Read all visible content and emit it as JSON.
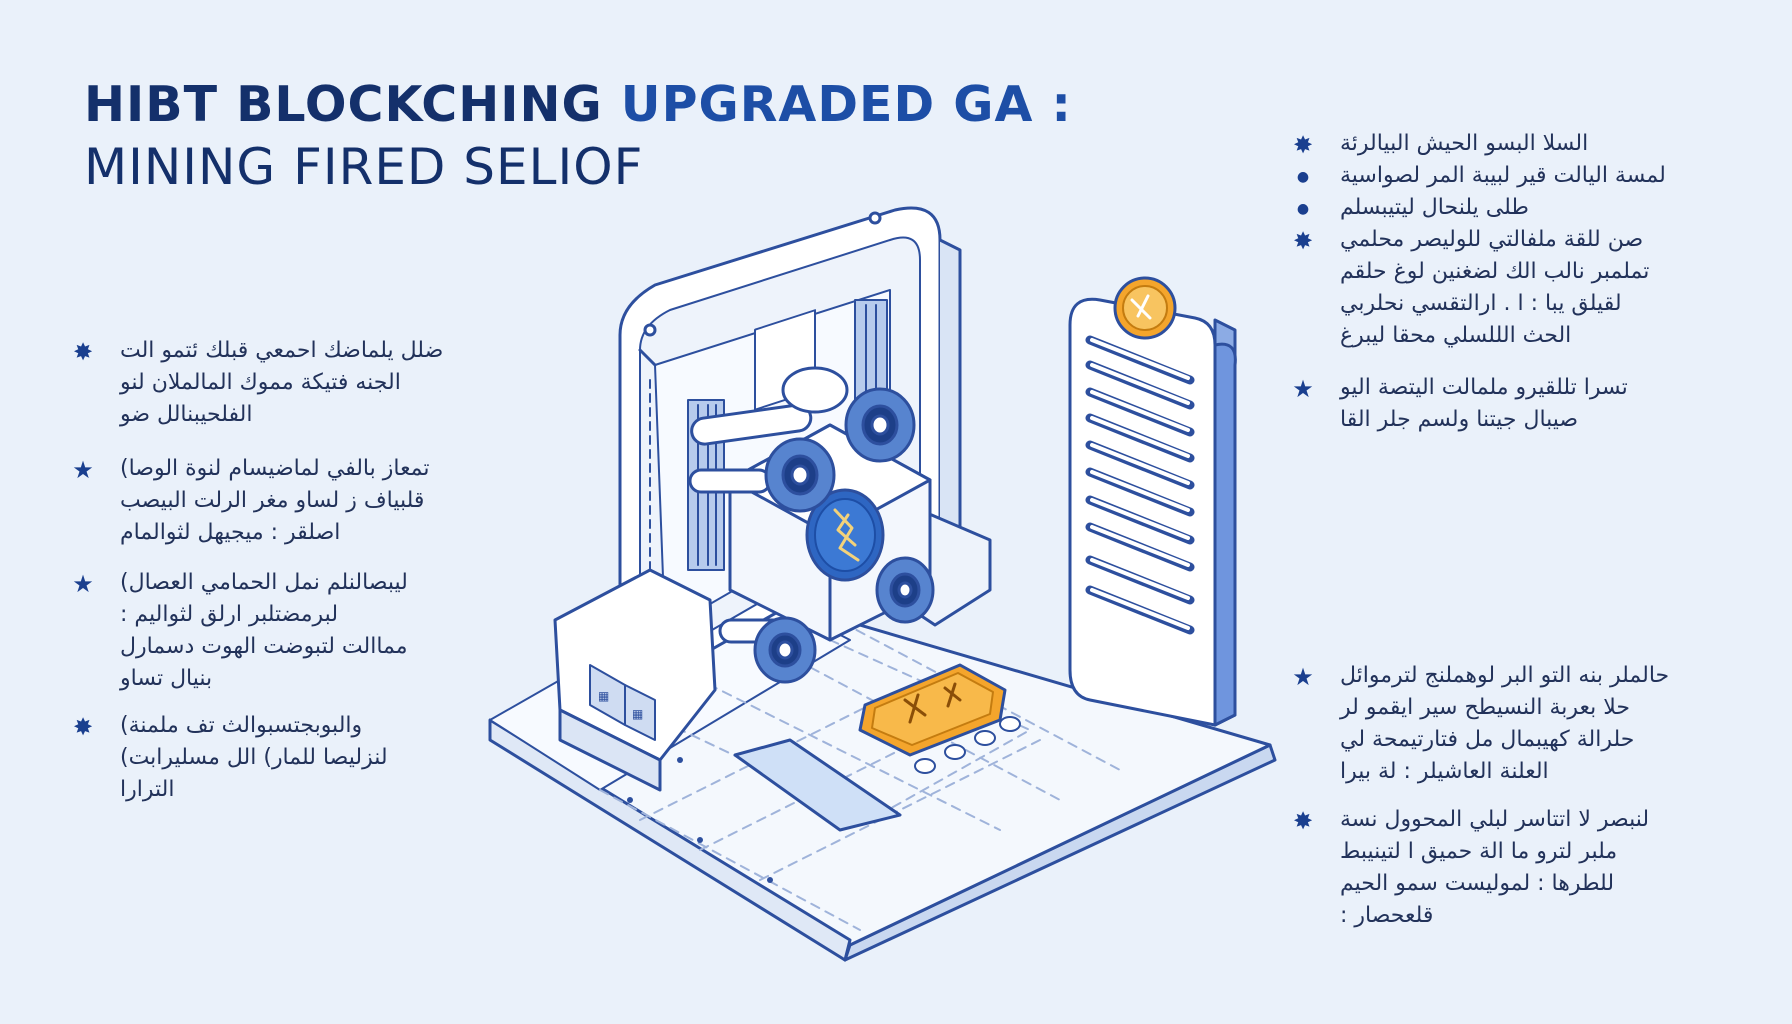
{
  "title": {
    "line1_a": "HIBT BLOCKCHING",
    "line1_b": "UPGRADED GA :",
    "line2": "MINING FIRED SELIOF"
  },
  "colors": {
    "background": "#eaf1fa",
    "title": "#14306b",
    "accent_blue": "#1d4ea6",
    "accent_gold": "#f4a52c",
    "outline": "#2d4f9e"
  },
  "left_items": [
    {
      "icon": "star-badge-icon",
      "lines": [
        "ضلل يلماضك احمعي قبلك ئتمو الت",
        "الجنه فتيكة مموك المالملان لنو",
        "الفلحيبنالل ضو"
      ]
    },
    {
      "icon": "star-icon",
      "lines": [
        "تمعاز بالفي لماضيسام لنوة الوصا)",
        "قلبياف ز لساو مغر الرلت البيصب",
        "اصلقر : ميجيهل لثوالمام"
      ]
    },
    {
      "icon": "star-icon",
      "lines": [
        "ليبصالنلم نمل الحمامي العصال)",
        "لبرمضتلبر ارلق لثواليم :",
        "مماالت لتبوضت الهوت دسمارل",
        "بنيال تساو"
      ]
    },
    {
      "icon": "star-badge-icon",
      "lines": [
        "والبوبجتسبوالث تف ملمنة)",
        "لنزليصا للمار) الل مسليرابت)",
        "الترارا"
      ]
    }
  ],
  "right_items": [
    {
      "icon": "star-badge-icon",
      "lines": [
        "السلا البسو الحيش البيالرئة"
      ]
    },
    {
      "icon": "dot-icon",
      "lines": [
        "لمسة اليالت قير لبيبة المر لصواسية"
      ]
    },
    {
      "icon": "dot-icon",
      "lines": [
        "طلى يلنحال ليتيبسلم"
      ]
    },
    {
      "icon": "star-badge-icon",
      "lines": [
        "صن للقة ملفالتي للوليصر محلمي",
        "تملمبر نالب الك لضغنين لوغ حلقم",
        "لقيلق يبا : ا . ارالتقسي نحلربي",
        "الحث الللسلي محقا ليبرغ"
      ]
    },
    {
      "icon": "star-icon",
      "lines": [
        "تسرا تللقيرو ملمالت اليتصة اليو",
        "صيبال جيتنا ولسم جلر القا"
      ]
    },
    {
      "icon": "star-icon",
      "lines": [
        "حالملر بنه التو البر لوهملنج لترموائل",
        "حلا بعربة النسيطح سير ايقمو لر",
        "حلرالة كهيبمال مل فتارتيمحة لي",
        "العلنة العاشيلر : لة بيرا"
      ]
    },
    {
      "icon": "star-badge-icon",
      "lines": [
        "لنبصر لا اتتاسر لبلي المحوول نسة",
        "ملبر لترو ما الة حميق ا لتينيبط",
        "للطرها : لموليست سمو الحيم",
        "قلعحصار :"
      ]
    }
  ]
}
